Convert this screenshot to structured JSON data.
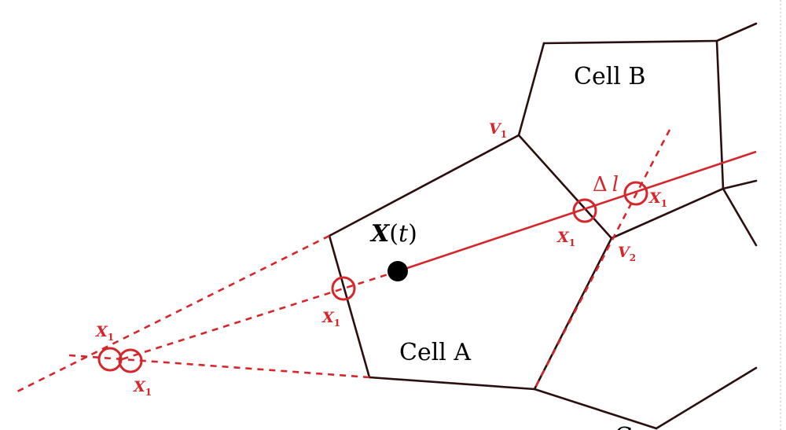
{
  "cells": {
    "cell_a": "Cell A",
    "cell_b": "Cell B",
    "cell_partial": "C"
  },
  "vertices": {
    "v1": {
      "letter": "V",
      "sub": "1"
    },
    "v2": {
      "letter": "V",
      "sub": "2"
    }
  },
  "particle": {
    "symbol": "X",
    "arg_open": "(",
    "arg": "t",
    "arg_close": ")"
  },
  "intersection_label": {
    "letter": "X",
    "sub": "1"
  },
  "step": {
    "delta": "Δ",
    "variable": "l"
  },
  "colors": {
    "edge": "#2b0f0f",
    "ray": "#d7262b",
    "particle": "#000000"
  }
}
